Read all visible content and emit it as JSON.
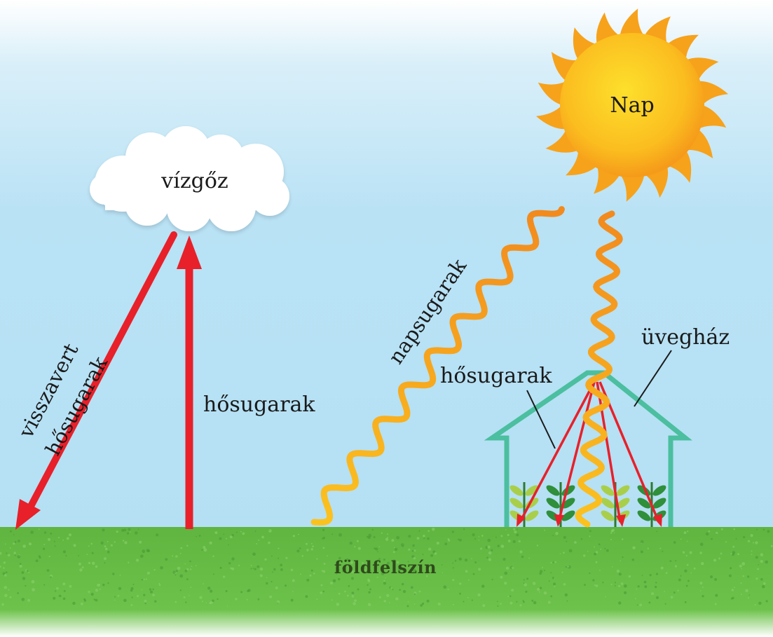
{
  "labels": {
    "sun": "Nap",
    "cloud": "vízgőz",
    "reflected_line1": "visszavert",
    "reflected_line2": "hősugarak",
    "heat_rays_up": "hősugarak",
    "sun_rays": "napsugarak",
    "greenhouse_heat_rays": "hősugarak",
    "greenhouse": "üvegház",
    "ground": "földfelszín"
  },
  "colors": {
    "sky_top": "#ffffff",
    "sky": "#b9e2f5",
    "ground": "#6cc24a",
    "ground_dark": "#4b9a35",
    "sun_outer": "#f7a21b",
    "sun_inner": "#fdd92c",
    "heat_arrow": "#e8202a",
    "sun_ray": "#f5a623",
    "greenhouse_frame": "#4bbf9f",
    "plant": "#2f8f3a",
    "plant_light": "#a9cf4a"
  },
  "icons": [
    "sun-icon",
    "cloud-icon",
    "greenhouse-icon",
    "plant-icon"
  ]
}
